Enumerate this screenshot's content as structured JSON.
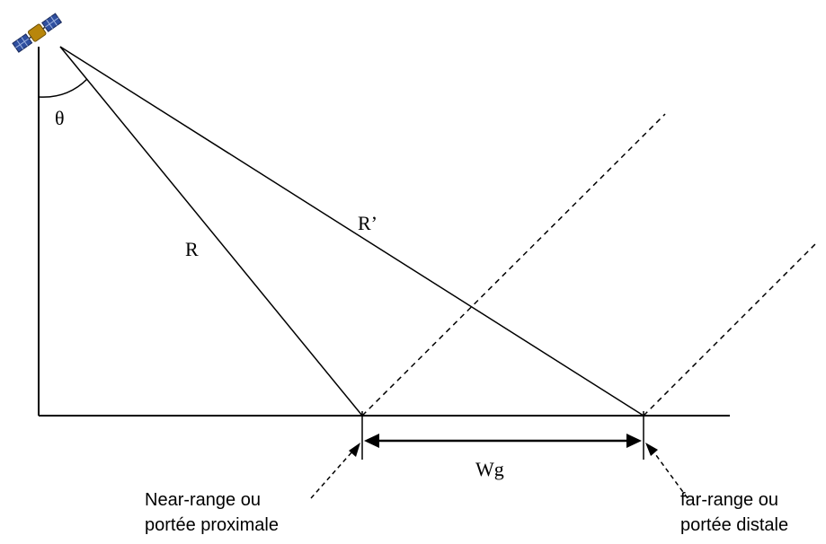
{
  "diagram": {
    "labels": {
      "theta": "θ",
      "r": "R",
      "r_prime": "R’",
      "wg": "Wg"
    },
    "near_range": {
      "line1": "Near-range ou",
      "line2": "portée proximale"
    },
    "far_range": {
      "line1": "far-range ou",
      "line2": "portée distale"
    },
    "icons": {
      "satellite": "satellite-icon"
    },
    "colors": {
      "stroke": "#000000",
      "satellite_body": "#b8860b",
      "satellite_panel": "#2f4f9f"
    }
  }
}
